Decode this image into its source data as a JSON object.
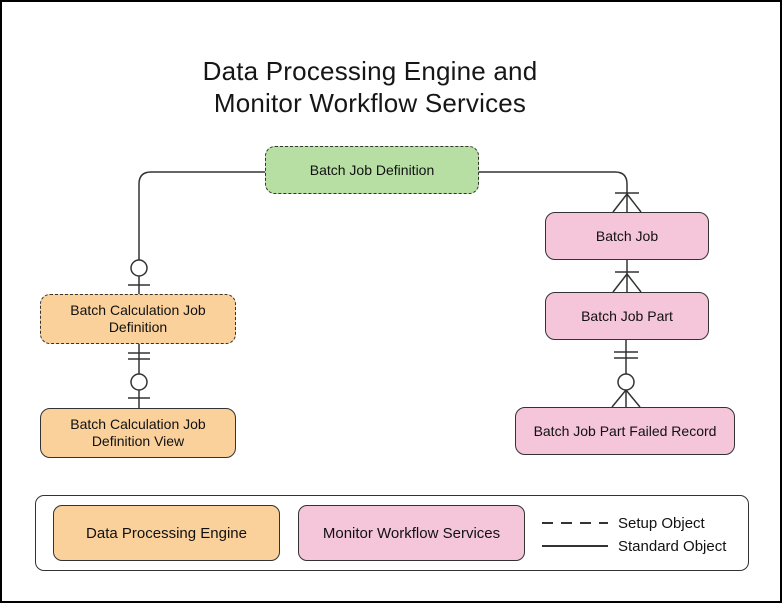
{
  "title": {
    "line1": "Data Processing Engine and",
    "line2": "Monitor Workflow Services"
  },
  "nodes": {
    "batch_job_definition": {
      "label": "Batch Job Definition",
      "object_type": "Setup Object",
      "service": "none",
      "fill": "#b7dfa4"
    },
    "batch_calculation_job_definition": {
      "label": "Batch Calculation Job Definition",
      "object_type": "Setup Object",
      "service": "Data Processing Engine",
      "fill": "#fad19b"
    },
    "batch_calculation_job_definition_view": {
      "label": "Batch Calculation Job Definition View",
      "object_type": "Standard Object",
      "service": "Data Processing Engine",
      "fill": "#fad19b"
    },
    "batch_job": {
      "label": "Batch Job",
      "object_type": "Standard Object",
      "service": "Monitor Workflow Services",
      "fill": "#f5c5d9"
    },
    "batch_job_part": {
      "label": "Batch Job Part",
      "object_type": "Standard Object",
      "service": "Monitor Workflow Services",
      "fill": "#f5c5d9"
    },
    "batch_job_part_failed_record": {
      "label": "Batch Job Part Failed Record",
      "object_type": "Standard Object",
      "service": "Monitor Workflow Services",
      "fill": "#f5c5d9"
    }
  },
  "relationships": [
    {
      "from": "batch_job_definition",
      "to": "batch_calculation_job_definition",
      "to_cardinality": "zero-or-one"
    },
    {
      "from": "batch_calculation_job_definition",
      "from_cardinality": "one-and-only-one",
      "to": "batch_calculation_job_definition_view",
      "to_cardinality": "zero-or-one"
    },
    {
      "from": "batch_job_definition",
      "to": "batch_job",
      "to_cardinality": "one-or-many"
    },
    {
      "from": "batch_job",
      "to": "batch_job_part",
      "to_cardinality": "one-or-many"
    },
    {
      "from": "batch_job_part",
      "from_cardinality": "one-and-only-one",
      "to": "batch_job_part_failed_record",
      "to_cardinality": "zero-or-many"
    }
  ],
  "legend": {
    "data_processing_engine": "Data Processing Engine",
    "monitor_workflow_services": "Monitor Workflow Services",
    "setup_object": "Setup Object",
    "standard_object": "Standard Object"
  },
  "colors": {
    "setup_green": "#b7dfa4",
    "data_processing_engine_orange": "#fad19b",
    "monitor_workflow_pink": "#f5c5d9",
    "line_stroke": "#333333",
    "background": "#ffffff",
    "canvas_border": "#000000"
  }
}
